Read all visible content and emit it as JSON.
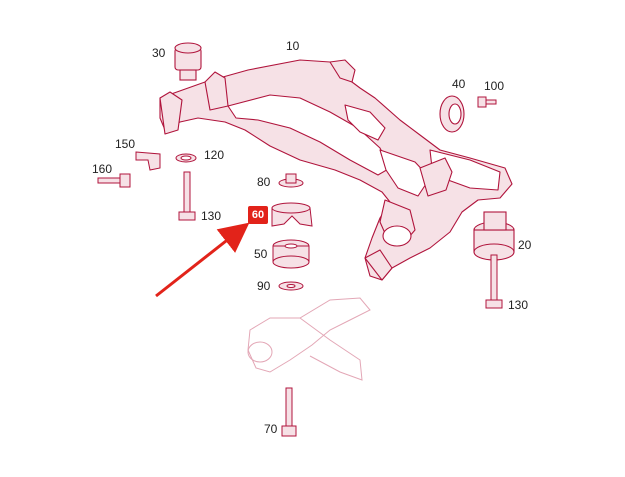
{
  "diagram": {
    "colors": {
      "line": "#b0143c",
      "fill": "#f6e1e6",
      "arrow": "#e2231a",
      "highlight": "#e2231a"
    },
    "labels": {
      "l10": "10",
      "l20": "20",
      "l30": "30",
      "l40": "40",
      "l50": "50",
      "l60": "60",
      "l70": "70",
      "l80": "80",
      "l90": "90",
      "l100": "100",
      "l120": "120",
      "l130a": "130",
      "l130b": "130",
      "l150": "150",
      "l160": "160"
    },
    "icons": {
      "pointer": "arrow-right-up-icon"
    }
  }
}
